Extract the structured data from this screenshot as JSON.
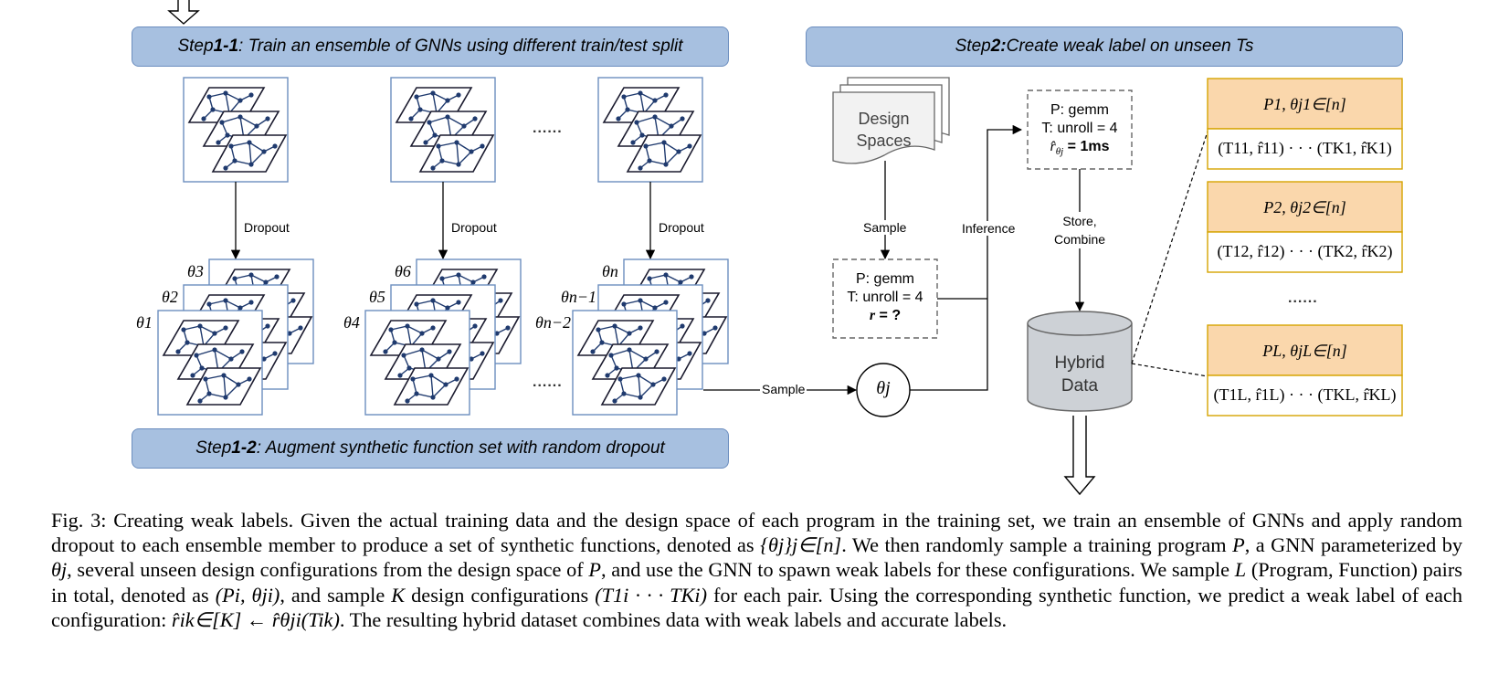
{
  "header_step11": {
    "prefix": "Step ",
    "num": "1-1",
    "rest": ": Train an ensemble of GNNs using different train/test split"
  },
  "header_step12": {
    "prefix": "Step ",
    "num": "1-2",
    "rest": ": Augment synthetic function set with random dropout"
  },
  "header_step2": {
    "prefix": "Step ",
    "num": "2:",
    "rest": " Create weak label on unseen Ts"
  },
  "labels": {
    "dropout": "Dropout",
    "sample": "Sample",
    "inference": "Inference",
    "store_line1": "Store,",
    "store_line2": "Combine",
    "ellipsis": "......"
  },
  "theta_labels": [
    "θ3",
    "θ2",
    "θ1",
    "θ6",
    "θ5",
    "θ4",
    "θn",
    "θn−1",
    "θn−2",
    "θj"
  ],
  "design_spaces": {
    "line1": "Design",
    "line2": "Spaces"
  },
  "config_box": {
    "line1": "P: gemm",
    "line2": "T: unroll = 4",
    "line3_var": "r",
    "line3_rest": " = ?"
  },
  "pred_box": {
    "line1": "P: gemm",
    "line2": "T: unroll = 4",
    "line3_var": "r̂",
    "line3_sub": "θj",
    "line3_rest": " = 1ms"
  },
  "hybrid": {
    "line1": "Hybrid",
    "line2": "Data"
  },
  "program_entries": [
    {
      "head": "P1, θj1∈[n]",
      "row": "(T11, r̂11) · · · (TK1, r̂K1)"
    },
    {
      "head": "P2, θj2∈[n]",
      "row": "(T12, r̂12) · · · (TK2, r̂K2)"
    },
    {
      "head": "PL, θjL∈[n]",
      "row": "(T1L, r̂1L) · · · (TKL, r̂KL)"
    }
  ],
  "colors": {
    "header_fill": "#a7c0e0",
    "header_stroke": "#6c8ebf",
    "program_fill": "#fad7ac",
    "program_stroke": "#d6a400",
    "cylinder_fill": "#cdd1d6"
  },
  "caption": {
    "p1": "Fig. 3: Creating weak labels. Given the actual training data and the design space of each program in the training set, we train an ensemble of GNNs and apply random dropout to each ensemble member to produce a set of synthetic functions, denoted as ",
    "m1": "{θj}j∈[n]",
    "p2": ". We then randomly sample a training program ",
    "m2": "P",
    "p3": ", a GNN parameterized by ",
    "m3": "θj",
    "p4": ", several unseen design configurations from the design space of ",
    "m4": "P",
    "p5": ", and use the GNN to spawn weak labels for these configurations. We sample ",
    "m5": "L",
    "p6": " (Program, Function) pairs in total, denoted as ",
    "m6": "(Pi, θji)",
    "p7": ", and sample ",
    "m7": "K",
    "p8": " design configurations ",
    "m8": "(T1i · · · TKi)",
    "p9": " for each pair. Using the corresponding synthetic function, we predict a weak label of each configuration: ",
    "m9": "r̂ik∈[K] ← r̂θji(Tik)",
    "p10": ". The resulting hybrid dataset combines data with weak labels and accurate labels."
  }
}
